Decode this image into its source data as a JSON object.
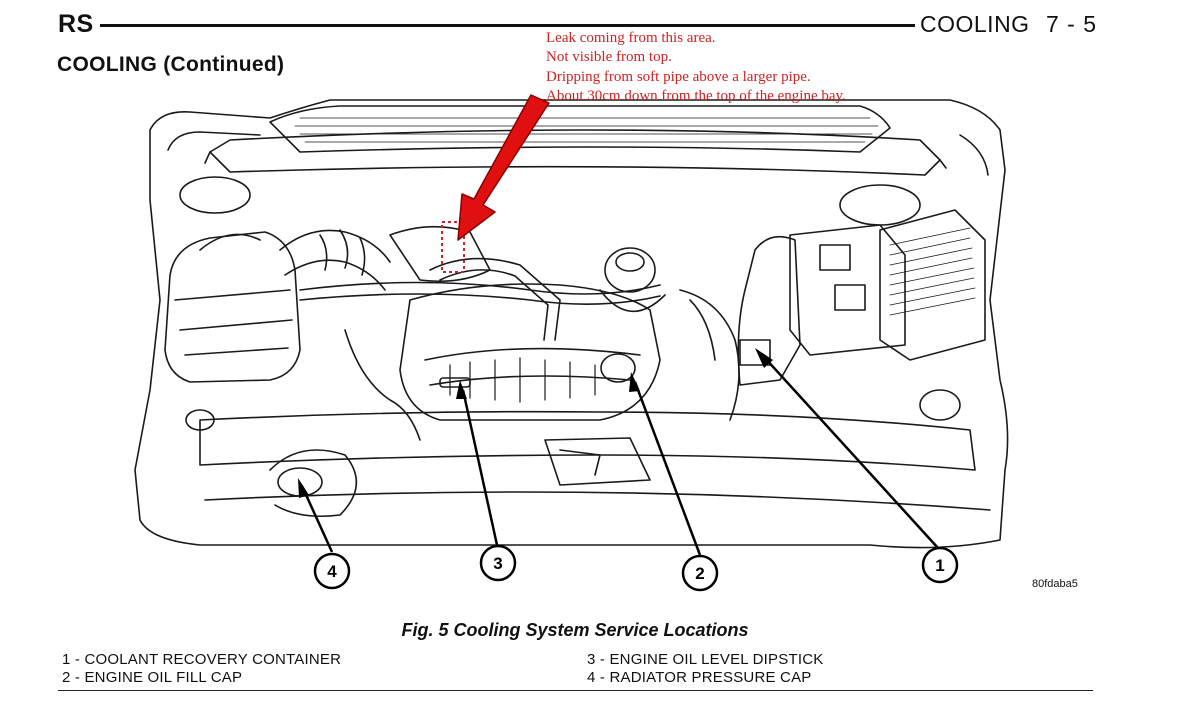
{
  "header": {
    "manual_code": "RS",
    "section": "COOLING",
    "page_number": "7 - 5"
  },
  "subheader": "COOLING (Continued)",
  "annotation": {
    "color": "#d42020",
    "lines": [
      "Leak coming from this area.",
      "Not visible from top.",
      "Dripping from soft pipe above a larger pipe.",
      "About 30cm down from the top of the engine bay."
    ]
  },
  "figure": {
    "callouts": [
      "1",
      "2",
      "3",
      "4"
    ],
    "code": "80fdaba5",
    "caption": "Fig. 5 Cooling System Service Locations"
  },
  "legend": [
    {
      "label": "1 - COOLANT RECOVERY CONTAINER"
    },
    {
      "label": "2 - ENGINE OIL FILL CAP"
    },
    {
      "label": "3 - ENGINE OIL LEVEL DIPSTICK"
    },
    {
      "label": "4 - RADIATOR PRESSURE CAP"
    }
  ]
}
